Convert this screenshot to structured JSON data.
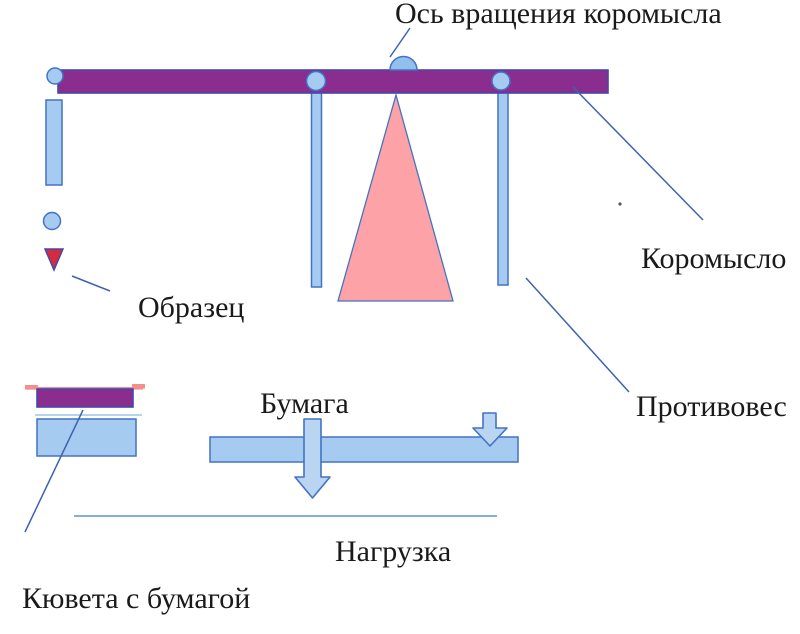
{
  "labels": {
    "axis_of_rotation": "Ось вращения коромысла",
    "beam": "Коромысло",
    "sample": "Образец",
    "counterweight": "Противовес",
    "paper": "Бумага",
    "load": "Нагрузка",
    "cuvette": "Кювета с бумагой"
  },
  "colors": {
    "beam_purple": "#8a2d8f",
    "purple_stroke": "#4348a8",
    "shape_blue_fill": "#a6cbf0",
    "semicircle_fill": "#93bfec",
    "arrow_blue_fill": "#b9d5f2",
    "shape_blue_stroke": "#4472c4",
    "pink_fill": "#fda3a8",
    "red_fill": "#d52b3f",
    "salmon": "#f2908c",
    "leader_line": "#3e63ae",
    "ground_line": "#76a3d5",
    "thin_blue_line": "#9dc3e6",
    "text_color": "#1a1a1a"
  }
}
